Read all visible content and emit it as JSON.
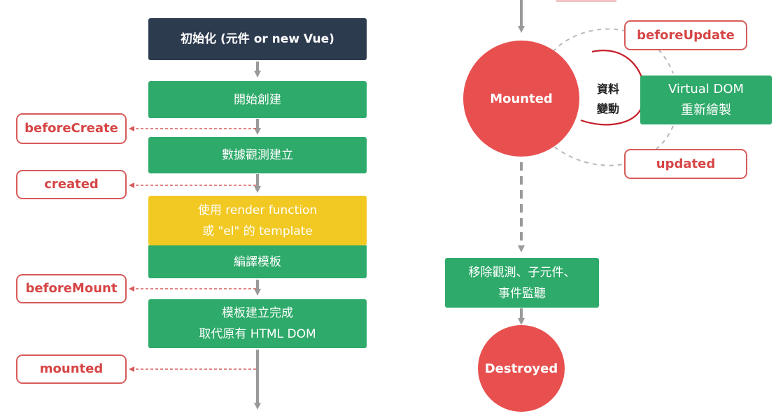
{
  "left": {
    "init": "初始化 (元件 or new Vue)",
    "start_create": "開始創建",
    "observe": "數據觀測建立",
    "render_line1": "使用 render function",
    "render_line2": "或 \"el\" 的 template",
    "compile": "編譯模板",
    "template_done_line1": "模板建立完成",
    "template_done_line2": "取代原有 HTML DOM"
  },
  "hooks": {
    "before_create": "beforeCreate",
    "created": "created",
    "before_mount": "beforeMount",
    "mounted": "mounted",
    "before_update": "beforeUpdate",
    "updated": "updated"
  },
  "right": {
    "mounted_circle": "Mounted",
    "data_change_line1": "資料",
    "data_change_line2": "變動",
    "vdom_line1": "Virtual DOM",
    "vdom_line2": "重新繪製",
    "teardown_line1": "移除觀測、子元件、",
    "teardown_line2": "事件監聽",
    "destroyed_circle": "Destroyed"
  },
  "colors": {
    "green": "#2eaa6a",
    "dark": "#2d3b4f",
    "yellow": "#f2c823",
    "red": "#e8504f",
    "hook_border": "#d85a5a",
    "arrow": "#9a9a9a"
  }
}
